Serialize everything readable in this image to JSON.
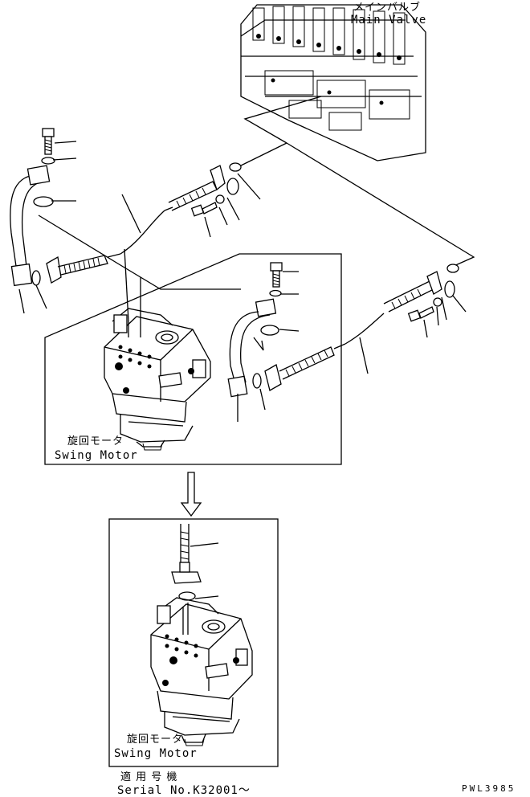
{
  "main_valve": {
    "jp": "メインバルブ",
    "en": "Main Valve"
  },
  "swing_motor_upper": {
    "jp": "旋回モータ",
    "en": "Swing Motor"
  },
  "swing_motor_lower": {
    "jp": "旋回モータ",
    "en": "Swing Motor"
  },
  "applicability": {
    "jp": "適 用 号 機",
    "serial": "Serial No.K32001～"
  },
  "drawing_code": "PWL3985",
  "transition_arrow": "down-arrow"
}
